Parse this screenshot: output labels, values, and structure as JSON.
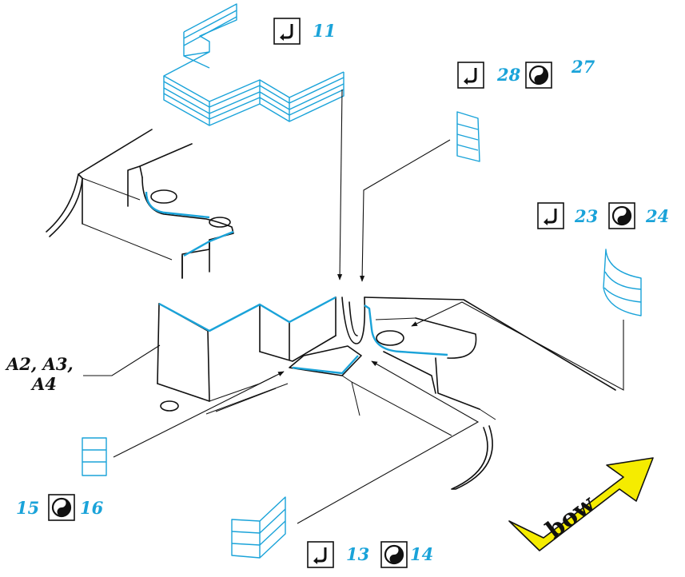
{
  "colors": {
    "blue": "#1aa3d9",
    "arrow_fill": "#f5ec00",
    "ink": "#111111"
  },
  "labels": {
    "a2_line1": "A2, A3,",
    "a2_line2": "A4",
    "bow": "bow"
  },
  "callouts": {
    "c11": {
      "n1": "11"
    },
    "c28_27": {
      "n1": "28",
      "n2": "27"
    },
    "c23_24": {
      "n1": "23",
      "n2": "24"
    },
    "c15_16": {
      "n1": "15",
      "n2": "16"
    },
    "c13_14": {
      "n1": "13",
      "n2": "14"
    }
  },
  "icons": {
    "fold": "fold-arrow-icon",
    "glue": "yin-yang-glue-icon"
  }
}
